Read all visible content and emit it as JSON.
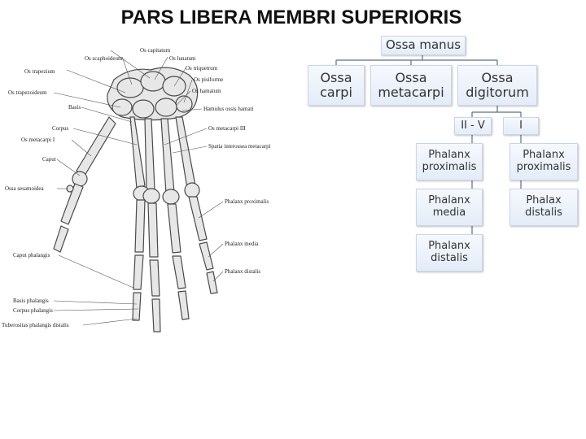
{
  "title": "PARS LIBERA MEMBRI SUPERIORIS",
  "figure_labels": {
    "os_capitatum": "Os capitatum",
    "os_lunatum": "Os lunatum",
    "os_scaphoideum": "Os scaphoideum",
    "os_triquetrum": "Os triquetrum",
    "os_trapezium": "Os trapezium",
    "os_pisiforme": "Os pisiforme",
    "os_trapezoideum": "Os trapezoideum",
    "os_hamatum": "Os hamatum",
    "basis": "Basis",
    "hamulus_ossis_hamati": "Hamulus ossis hamati",
    "corpus": "Corpus",
    "os_metacarpi_iii": "Os metacarpi III",
    "os_metacarpi_i": "Os metacarpi I",
    "spatia_interossea": "Spatia interossea metacarpi",
    "caput": "Caput",
    "ossa_sesamoidea": "Ossa sesamoidea",
    "phalanx_proximalis": "Phalanx proximalis",
    "phalanx_media": "Phalanx media",
    "caput_phalangis": "Caput phalangis",
    "phalanx_distalis": "Phalanx distalis",
    "basis_phalangis": "Basis phalangis",
    "corpus_phalangis": "Corpus phalangis",
    "tuberositas": "Tuberositas phalangis distalis"
  },
  "tree": {
    "root": "Ossa manus",
    "carpi": [
      "Ossa",
      "carpi"
    ],
    "metacarpi": [
      "Ossa",
      "metacarpi"
    ],
    "digitorum": [
      "Ossa",
      "digitorum"
    ],
    "group_ii_v": "II - V",
    "group_i": "I",
    "ii_v_proximalis": [
      "Phalanx",
      "proximalis"
    ],
    "ii_v_media": [
      "Phalanx",
      "media"
    ],
    "ii_v_distalis": [
      "Phalanx",
      "distalis"
    ],
    "i_proximalis": [
      "Phalanx",
      "proximalis"
    ],
    "i_distalis": [
      "Phalax",
      "distalis"
    ]
  },
  "colors": {
    "node_border": "#c9d6ea",
    "node_fill_top": "#f6f9fe",
    "node_fill_bottom": "#e4ecf8",
    "connector": "#5a6f92",
    "bone": "#e7e7e7",
    "bone_outline": "#4a4a4a"
  }
}
